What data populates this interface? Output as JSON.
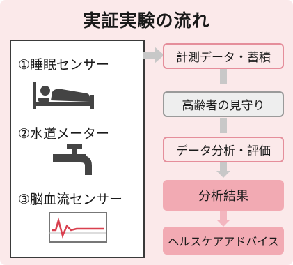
{
  "title": "実証実験の流れ",
  "sensors": [
    {
      "label": "①睡眠センサー",
      "icon": "sleeping-person-icon"
    },
    {
      "label": "②水道メーター",
      "icon": "water-faucet-icon"
    },
    {
      "label": "③脳血流センサー",
      "icon": "brain-waveform-icon"
    }
  ],
  "flow": [
    {
      "label": "計測データ・蓄積",
      "style": "pink"
    },
    {
      "label": "高齢者の見守り",
      "style": "grey"
    },
    {
      "label": "データ分析・評価",
      "style": "pink"
    },
    {
      "label": "分析結果",
      "style": "solid"
    },
    {
      "label": "ヘルスケアアドバイス",
      "style": "solid"
    }
  ],
  "colors": {
    "background": "#fbe9ea",
    "pink_border": "#e58e9b",
    "pink_fill": "#f2aab3",
    "grey_connector": "#c8c8c8",
    "pink_connector": "#f3b6bf",
    "waveform": "#d9404f"
  }
}
